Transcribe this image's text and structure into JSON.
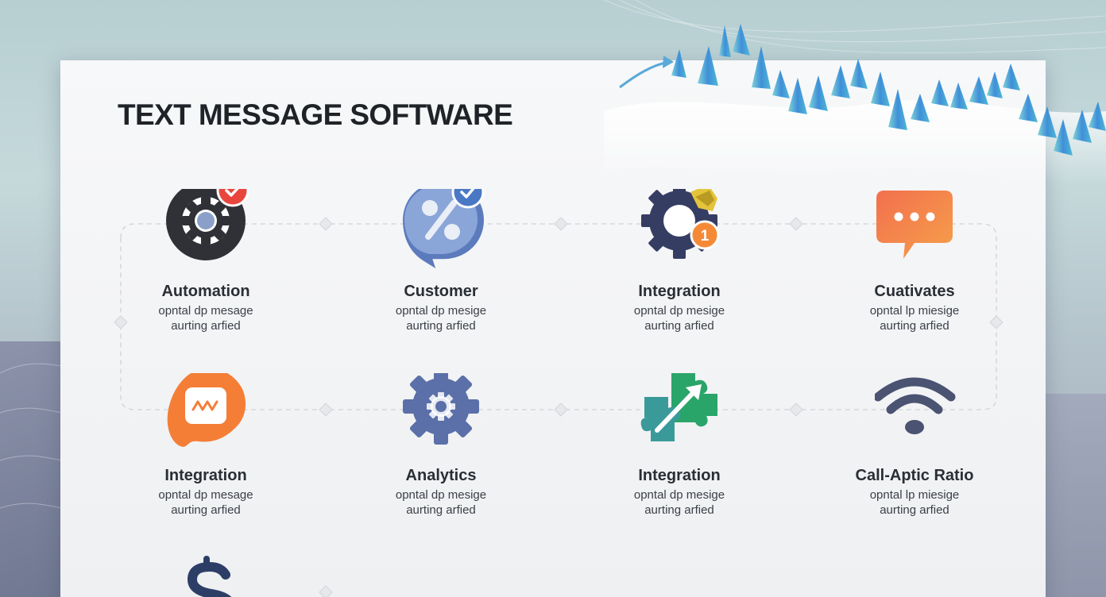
{
  "title": "TEXT MESSAGE SOFTWARE",
  "features": [
    {
      "name": "Automation",
      "line1": "opntal dp mesage",
      "line2": "aurting arfied",
      "icon": "gear-check-icon"
    },
    {
      "name": "Customer",
      "line1": "opntal dp mesige",
      "line2": "aurting arfied",
      "icon": "percent-chat-icon"
    },
    {
      "name": "Integration",
      "line1": "opntal dp mesige",
      "line2": "aurting arfied",
      "icon": "gear-badge-icon"
    },
    {
      "name": "Cuativates",
      "line1": "opntal lp miesige",
      "line2": "aurting arfied",
      "icon": "chat-bubble-icon"
    },
    {
      "name": "Integration",
      "line1": "opntal dp mesage",
      "line2": "aurting arfied",
      "icon": "code-blob-icon"
    },
    {
      "name": "Analytics",
      "line1": "opntal dp mesige",
      "line2": "aurting arfied",
      "icon": "gear-icon"
    },
    {
      "name": "Integration",
      "line1": "opntal dp mesige",
      "line2": "aurting arfied",
      "icon": "puzzle-arrow-icon"
    },
    {
      "name": "Call-Aptic Ratio",
      "line1": "opntal lp miesige",
      "line2": "aurting arfied",
      "icon": "wifi-icon"
    }
  ],
  "partial_icon": "dollar-icon",
  "colors": {
    "title": "#1f2328",
    "accent_red": "#e8463d",
    "accent_blue": "#4a78c4",
    "accent_orange": "#f58a36",
    "accent_green": "#2aa56a",
    "dark_gear": "#2f3136",
    "slate_blue": "#5b6fa8"
  }
}
